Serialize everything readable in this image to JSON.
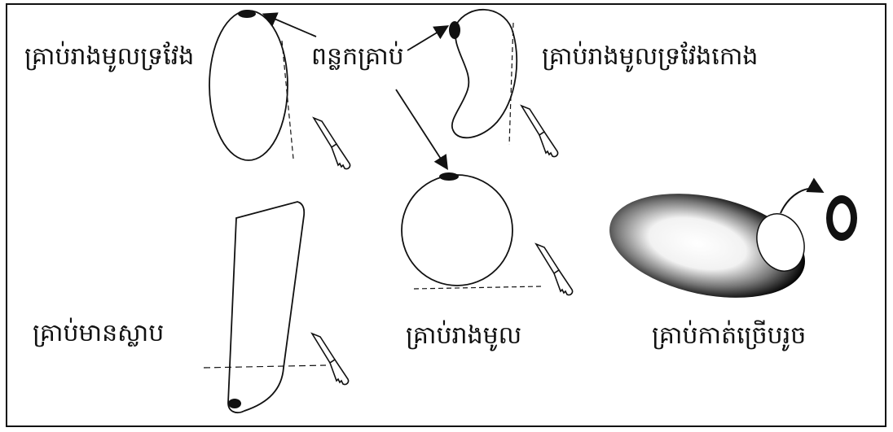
{
  "labels": {
    "elongated_round": "គ្រាប់រាងមូលទ្រវែង",
    "seed_eye": "ពន្លកគ្រាប់",
    "elongated_curved": "គ្រាប់រាងមូលទ្រវែងកោង",
    "with_wing": "គ្រាប់មានស្លាប",
    "round": "គ្រាប់រាងមូល",
    "cut_small": "គ្រាប់កាត់ច្រើបរូច"
  },
  "icons": {
    "knife": "knife-icon",
    "arrow": "arrow-icon"
  },
  "colors": {
    "ink": "#111111",
    "background": "#ffffff"
  }
}
